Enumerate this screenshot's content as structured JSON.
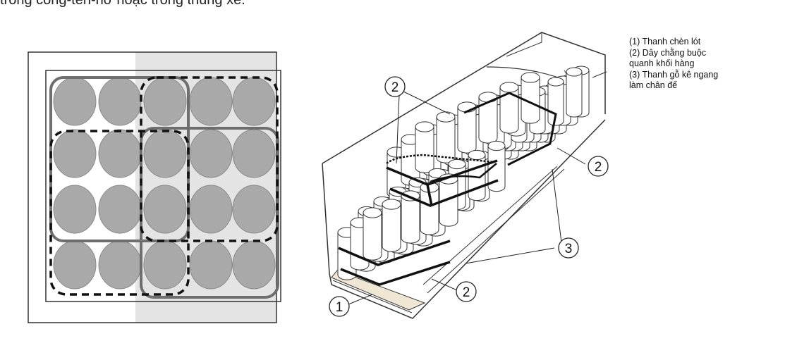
{
  "caption": "trong công-ten-nơ hoặc trong thùng xe.",
  "legend": [
    "(1) Thanh chèn lót",
    "(2) Dây chằng buộc",
    "quanh khối hàng",
    "(3) Thanh gỗ kê ngang",
    "làm chân đế"
  ],
  "callouts": {
    "one": "1",
    "two_top": "2",
    "two_right": "2",
    "two_bottom": "2",
    "three": "3"
  },
  "colors": {
    "circle_fill": "#a9a9a9",
    "strap": "#6e6e6e",
    "dash": "#111111",
    "panel_shade": "#e4e4e4"
  }
}
